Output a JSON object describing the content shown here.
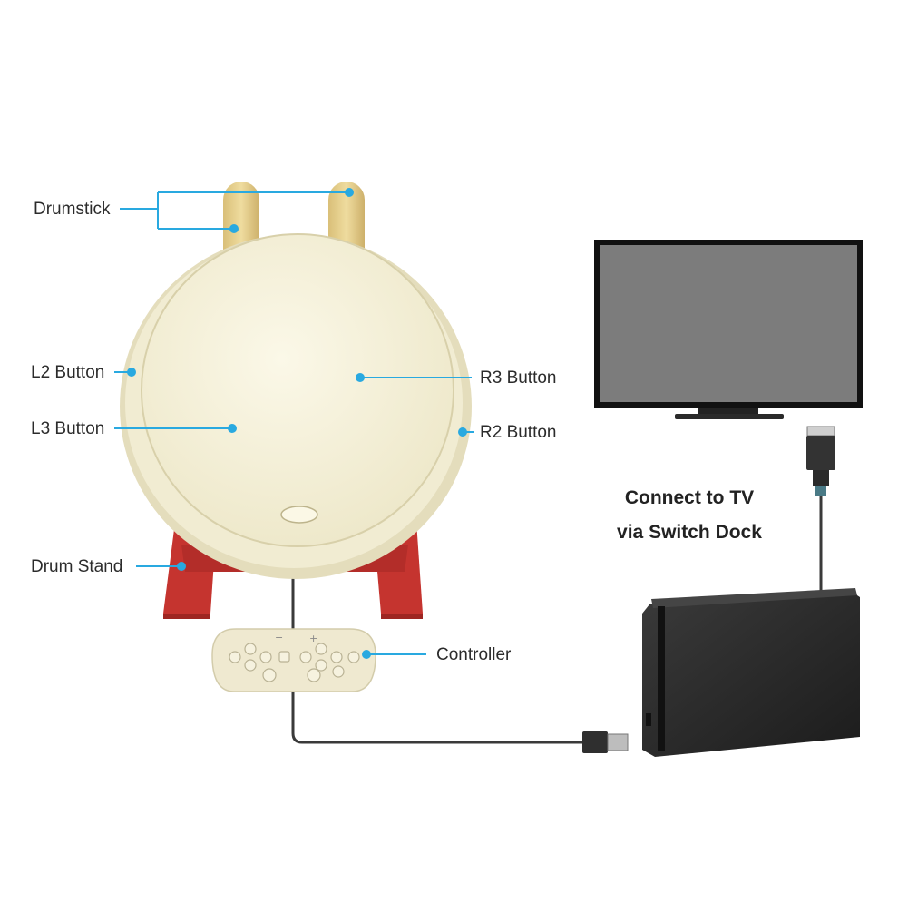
{
  "labels": {
    "drumstick": "Drumstick",
    "l2": "L2 Button",
    "l3": "L3 Button",
    "r3": "R3 Button",
    "r2": "R2 Button",
    "drum_stand": "Drum Stand",
    "controller": "Controller"
  },
  "caption": {
    "line1": "Connect to TV",
    "line2": "via Switch Dock"
  },
  "colors": {
    "callout": "#29a9e0",
    "drum_body": "#f0ebd0",
    "drumstick": "#e6cf8f",
    "stand": "#c5342f",
    "tv_screen": "#7c7c7c",
    "dock": "#2a2a2a"
  },
  "icons": {
    "drum": "taiko-drum-icon",
    "tv": "television-icon",
    "dock": "switch-dock-icon",
    "controller": "gamepad-icon",
    "usb": "usb-plug-icon",
    "hdmi": "hdmi-plug-icon"
  }
}
